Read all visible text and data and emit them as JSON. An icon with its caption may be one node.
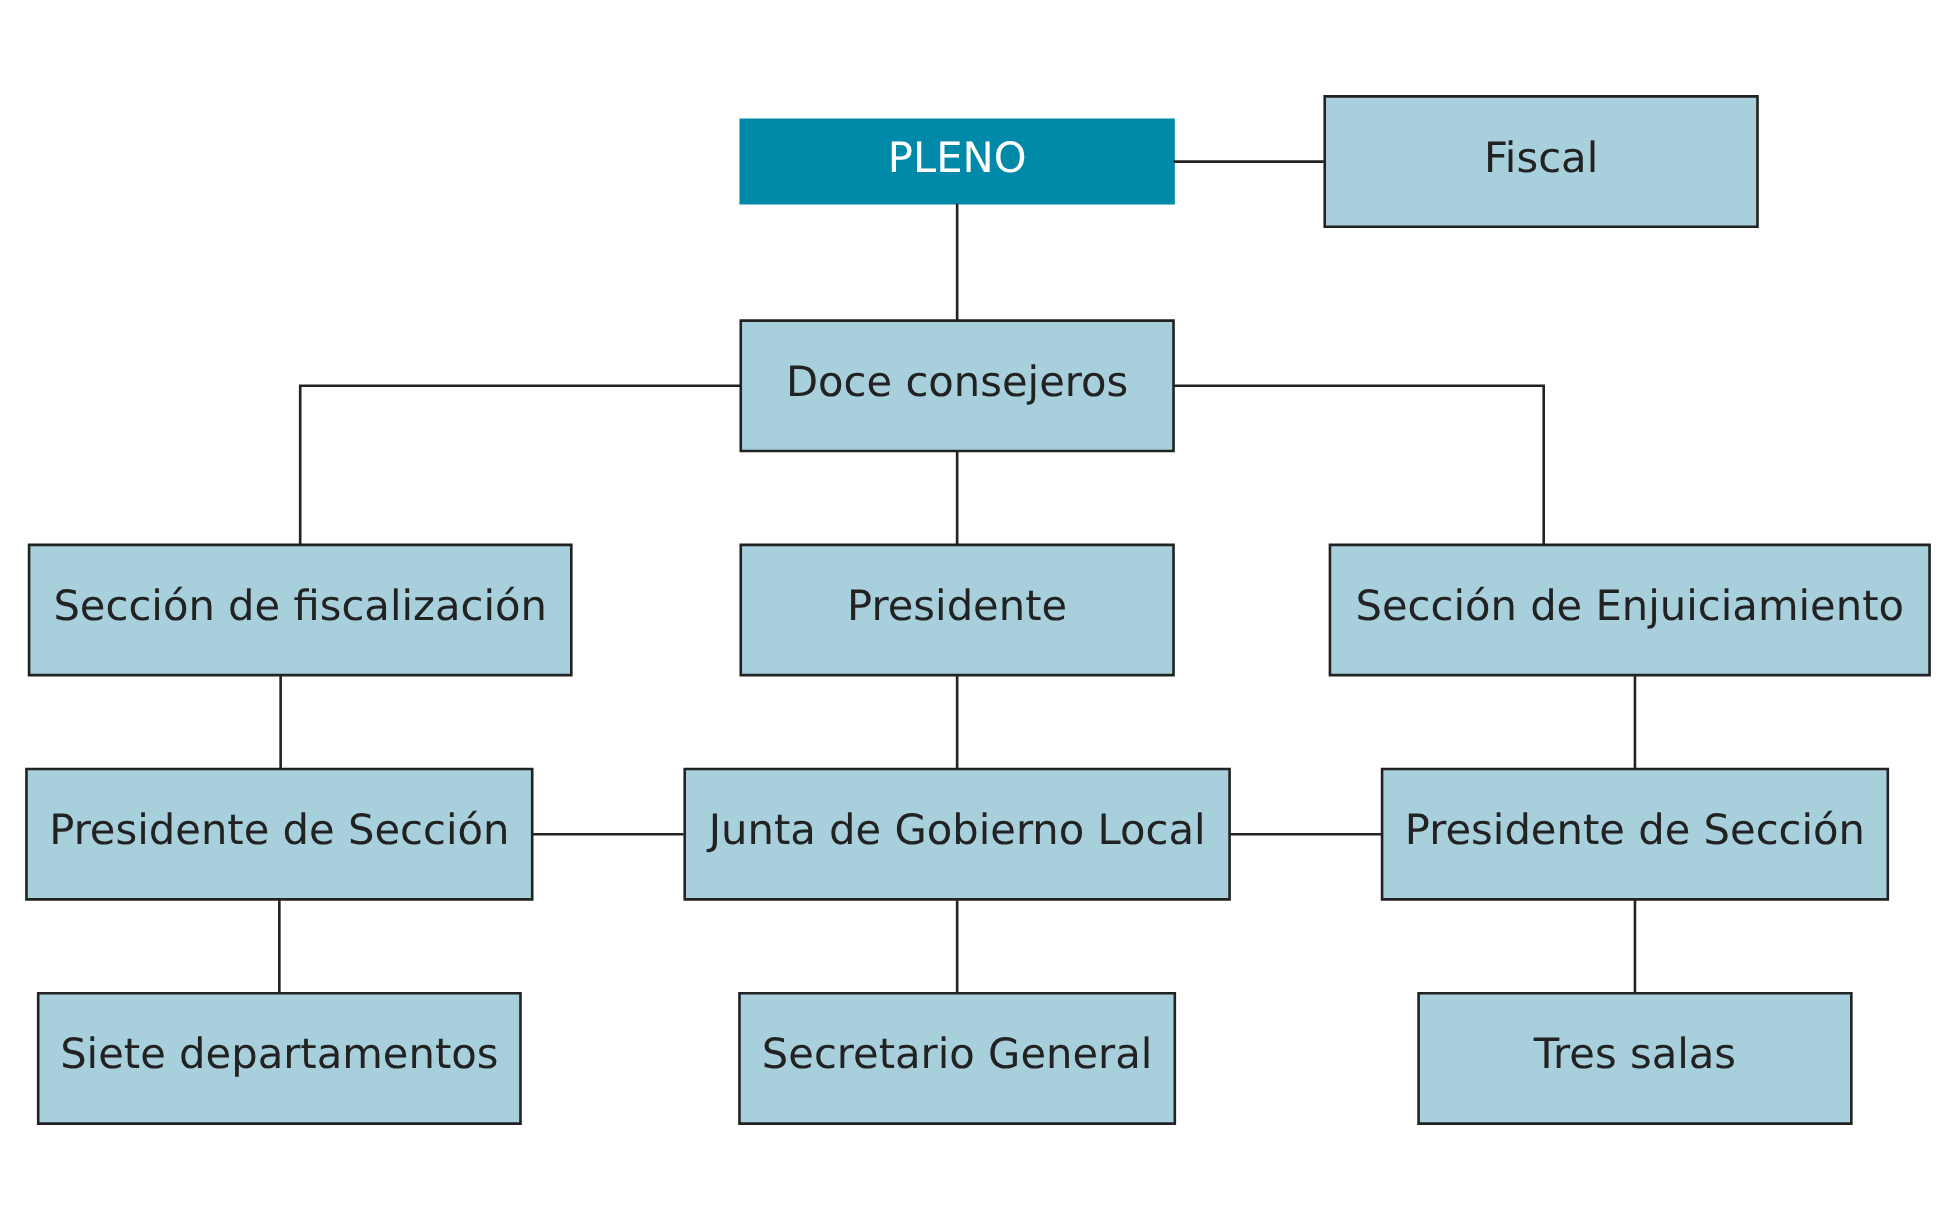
{
  "diagram": {
    "nodes": [
      {
        "text": [
          "PLENO"
        ]
      },
      {
        "text": [
          "Doce consejeros"
        ]
      },
      {
        "text": [
          "Fiscal"
        ]
      },
      {
        "text": [
          "Sección de fiscalización"
        ]
      },
      {
        "text": [
          "Presidente"
        ]
      },
      {
        "text": [
          "Sección de Enjuiciamiento"
        ]
      },
      {
        "text": [
          "Presidente de Sección"
        ]
      },
      {
        "text": [
          "Junta de Gobierno Local"
        ]
      },
      {
        "text": [
          "Presidente de Sección"
        ]
      },
      {
        "text": [
          "Siete departamentos"
        ]
      },
      {
        "text": [
          "Secretario General"
        ]
      },
      {
        "text": [
          "Tres salas"
        ]
      }
    ],
    "edges": [
      {
        "from": 0,
        "to": 1,
        "arrow": "none"
      },
      {
        "from": 0,
        "to": 2,
        "arrow": "none"
      },
      {
        "from": 1,
        "to": 3,
        "arrow": "none"
      },
      {
        "from": 1,
        "to": 4,
        "arrow": "none"
      },
      {
        "from": 1,
        "to": 5,
        "arrow": "none"
      },
      {
        "from": 3,
        "to": 6,
        "arrow": "none"
      },
      {
        "from": 4,
        "to": 7,
        "arrow": "none"
      },
      {
        "from": 5,
        "to": 8,
        "arrow": "none"
      },
      {
        "from": 6,
        "to": 7,
        "arrow": "none"
      },
      {
        "from": 7,
        "to": 8,
        "arrow": "none"
      },
      {
        "from": 6,
        "to": 9,
        "arrow": "none"
      },
      {
        "from": 7,
        "to": 10,
        "arrow": "none"
      },
      {
        "from": 8,
        "to": 11,
        "arrow": "none"
      }
    ]
  }
}
